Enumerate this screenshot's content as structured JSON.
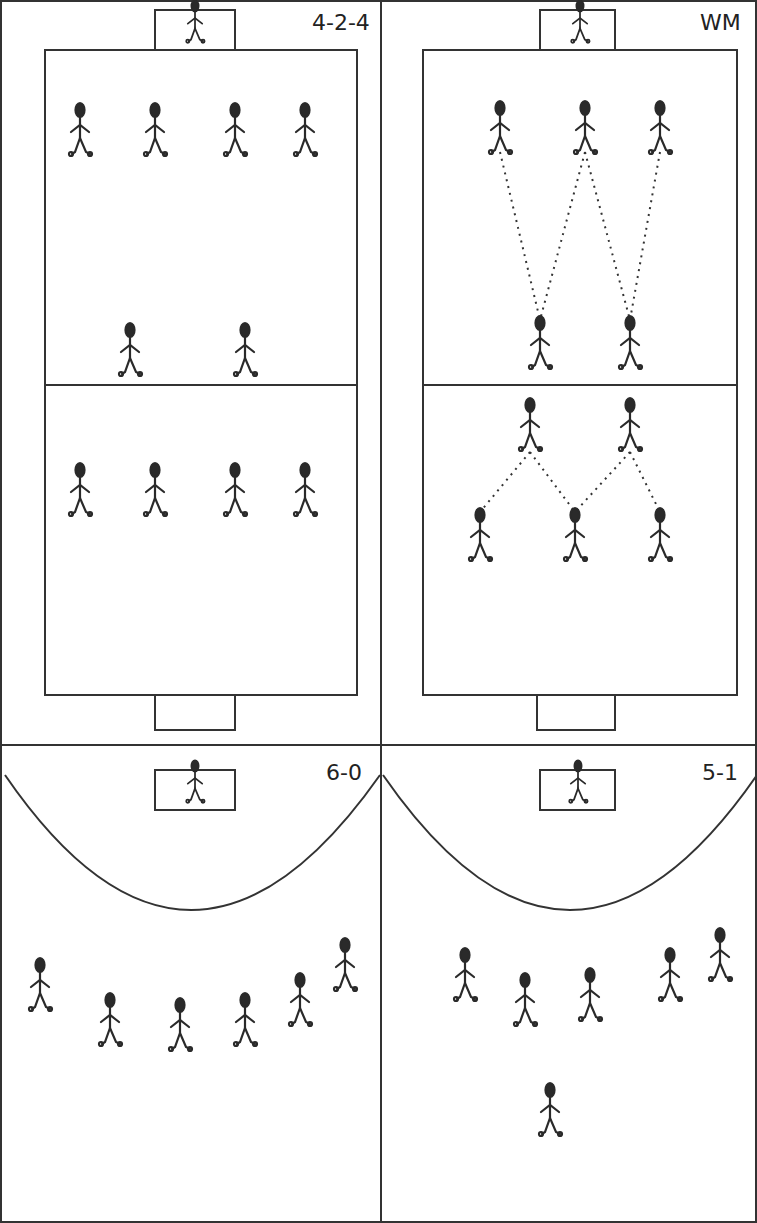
{
  "diagram": {
    "labels": [
      "4-2-4",
      "WM",
      "6-0",
      "5-1"
    ]
  }
}
